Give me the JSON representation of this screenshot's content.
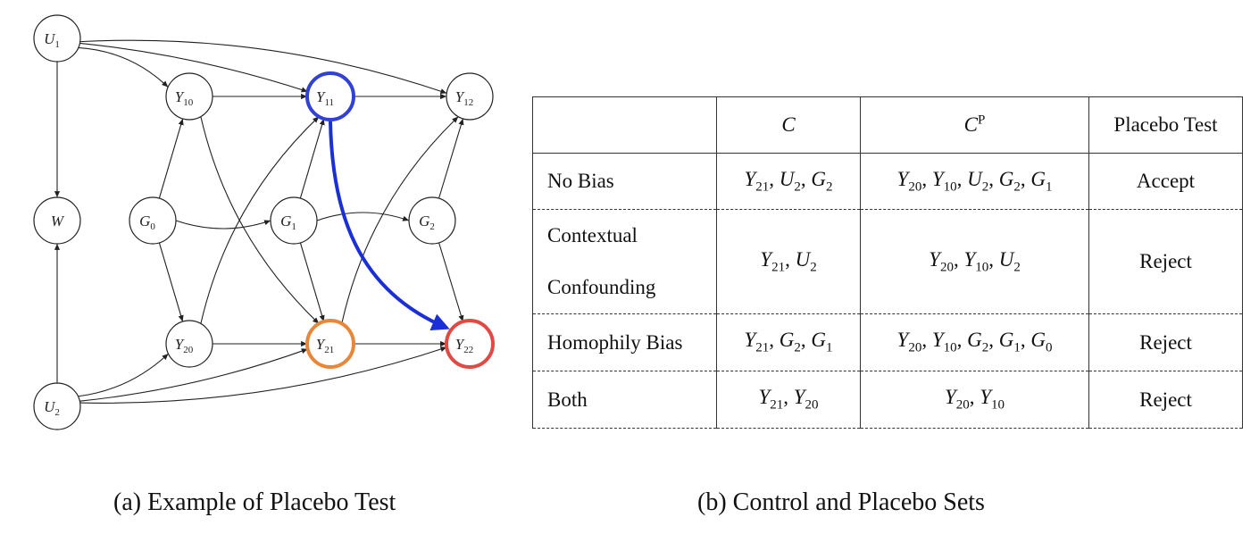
{
  "figure": {
    "caption_a": "(a) Example of Placebo Test",
    "caption_b": "(b) Control and Placebo Sets"
  },
  "graph": {
    "nodes": [
      {
        "id": "U1",
        "base": "U",
        "sub": "1",
        "highlight": null
      },
      {
        "id": "Y10",
        "base": "Y",
        "sub": "10",
        "highlight": null
      },
      {
        "id": "Y11",
        "base": "Y",
        "sub": "11",
        "highlight": "#3140d6"
      },
      {
        "id": "Y12",
        "base": "Y",
        "sub": "12",
        "highlight": null
      },
      {
        "id": "W",
        "base": "W",
        "sub": "",
        "highlight": null
      },
      {
        "id": "G0",
        "base": "G",
        "sub": "0",
        "highlight": null
      },
      {
        "id": "G1",
        "base": "G",
        "sub": "1",
        "highlight": null
      },
      {
        "id": "G2",
        "base": "G",
        "sub": "2",
        "highlight": null
      },
      {
        "id": "Y20",
        "base": "Y",
        "sub": "20",
        "highlight": null
      },
      {
        "id": "Y21",
        "base": "Y",
        "sub": "21",
        "highlight": "#e8873a"
      },
      {
        "id": "Y22",
        "base": "Y",
        "sub": "22",
        "highlight": "#e04a42"
      },
      {
        "id": "U2",
        "base": "U",
        "sub": "2",
        "highlight": null
      }
    ],
    "highlight_edge": {
      "from": "Y11",
      "to": "Y22",
      "color": "#1a2fd6"
    }
  },
  "table": {
    "headers": [
      {
        "text": "",
        "math": null
      },
      {
        "text": "",
        "math": [
          {
            "v": "C",
            "sub": "",
            "sup": ""
          }
        ]
      },
      {
        "text": "",
        "math": [
          {
            "v": "C",
            "sub": "",
            "sup": "P"
          }
        ]
      },
      {
        "text": "Placebo Test",
        "math": null
      }
    ],
    "rows": [
      {
        "name": [
          "No Bias"
        ],
        "C": [
          {
            "v": "Y",
            "sub": "21"
          },
          {
            "v": "U",
            "sub": "2"
          },
          {
            "v": "G",
            "sub": "2"
          }
        ],
        "CP": [
          {
            "v": "Y",
            "sub": "20"
          },
          {
            "v": "Y",
            "sub": "10"
          },
          {
            "v": "U",
            "sub": "2"
          },
          {
            "v": "G",
            "sub": "2"
          },
          {
            "v": "G",
            "sub": "1"
          }
        ],
        "result": "Accept"
      },
      {
        "name": [
          "Contextual",
          "Confounding"
        ],
        "C": [
          {
            "v": "Y",
            "sub": "21"
          },
          {
            "v": "U",
            "sub": "2"
          }
        ],
        "CP": [
          {
            "v": "Y",
            "sub": "20"
          },
          {
            "v": "Y",
            "sub": "10"
          },
          {
            "v": "U",
            "sub": "2"
          }
        ],
        "result": "Reject"
      },
      {
        "name": [
          "Homophily Bias"
        ],
        "C": [
          {
            "v": "Y",
            "sub": "21"
          },
          {
            "v": "G",
            "sub": "2"
          },
          {
            "v": "G",
            "sub": "1"
          }
        ],
        "CP": [
          {
            "v": "Y",
            "sub": "20"
          },
          {
            "v": "Y",
            "sub": "10"
          },
          {
            "v": "G",
            "sub": "2"
          },
          {
            "v": "G",
            "sub": "1"
          },
          {
            "v": "G",
            "sub": "0"
          }
        ],
        "result": "Reject"
      },
      {
        "name": [
          "Both"
        ],
        "C": [
          {
            "v": "Y",
            "sub": "21"
          },
          {
            "v": "Y",
            "sub": "20"
          }
        ],
        "CP": [
          {
            "v": "Y",
            "sub": "20"
          },
          {
            "v": "Y",
            "sub": "10"
          }
        ],
        "result": "Reject"
      }
    ]
  }
}
